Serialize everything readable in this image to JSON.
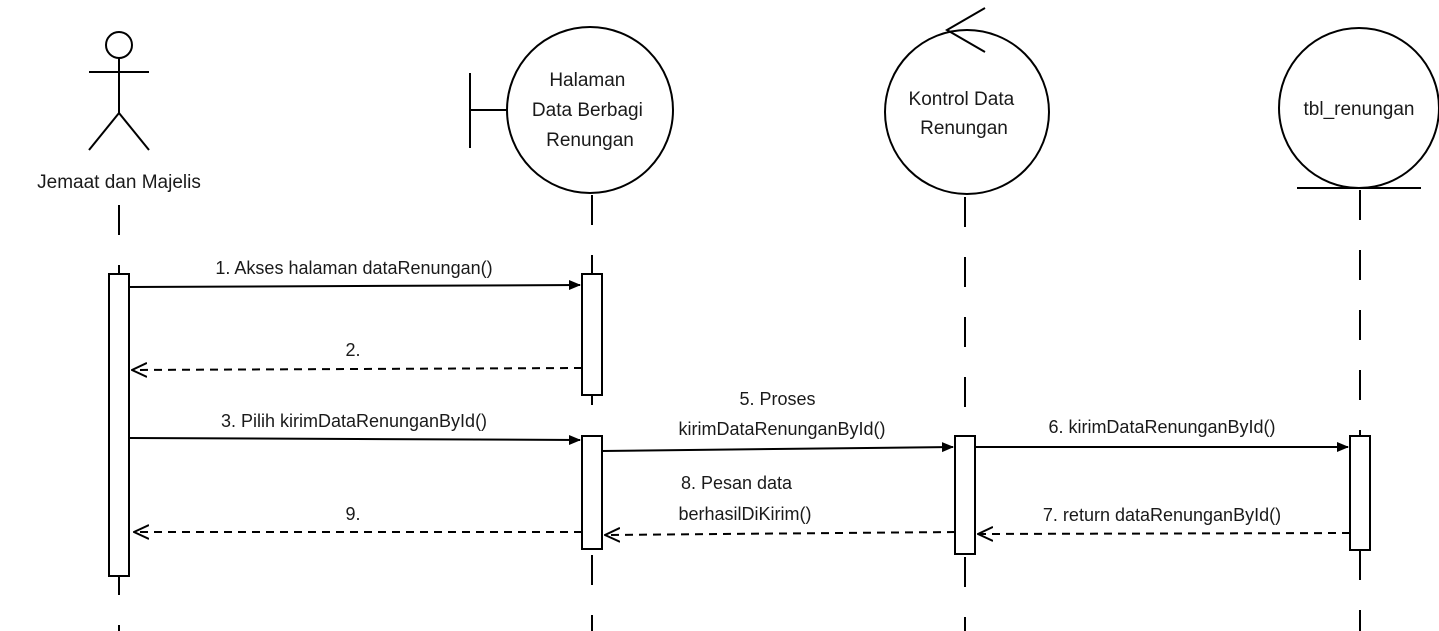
{
  "participants": {
    "actor": {
      "label": "Jemaat dan Majelis"
    },
    "boundary": {
      "label_lines": [
        "Halaman",
        "Data Berbagi",
        "Renungan"
      ]
    },
    "control": {
      "label_lines": [
        "Kontrol Data",
        "Renungan"
      ]
    },
    "entity": {
      "label": "tbl_renungan"
    }
  },
  "messages": {
    "m1": {
      "text": "1. Akses halaman dataRenungan()"
    },
    "m2": {
      "text": "2."
    },
    "m3": {
      "text": "3. Pilih kirimDataRenunganById()"
    },
    "m5": {
      "lines": [
        "5. Proses",
        "kirimDataRenunganById()"
      ]
    },
    "m6": {
      "text": "6. kirimDataRenunganById()"
    },
    "m7": {
      "text": "7. return dataRenunganById()"
    },
    "m8": {
      "lines": [
        "8. Pesan data",
        "berhasilDiKirim()"
      ]
    },
    "m9": {
      "text": "9."
    }
  }
}
